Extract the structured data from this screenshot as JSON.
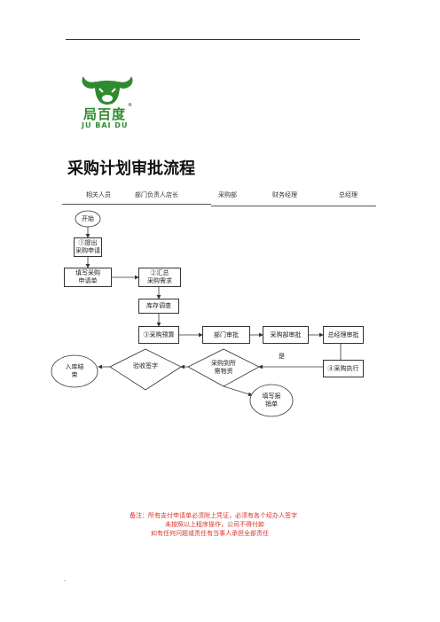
{
  "logo": {
    "brand_cn": "局百度",
    "brand_en": "JU BAI DU",
    "registered": "®"
  },
  "title": "采购计划审批流程",
  "columns": [
    "相关人员",
    "部门负责人店长",
    "采购部",
    "财务经理",
    "总经理"
  ],
  "nodes": {
    "start": "开始",
    "submit": "①提出\n采购申请",
    "fill_form": "填写采购\n申请单",
    "summarize": "②汇总\n采购需求",
    "inventory": "库存调查",
    "budget": "③采购预算",
    "dept_approve": "部门审批",
    "purchase_approve": "采购部审批",
    "gm_approve": "总经理审批",
    "execute": "④采购执行",
    "arrival": "采购到所\n需物资",
    "acceptance": "验收签字",
    "store_end": "入库结\n束",
    "fill_report": "填写报\n销单",
    "yes_label": "是"
  },
  "notes": [
    "备注：所有支付申请单必须附上凭证，必须有各个经办人签字",
    "未按照以上程序操作，公司不得付款",
    "如有任何问题或责任有当事人承担全部责任"
  ],
  "footer_mark": "-",
  "colors": {
    "brand_green": "#2e8b2e",
    "note_red": "#d9342b",
    "line": "#333333"
  }
}
